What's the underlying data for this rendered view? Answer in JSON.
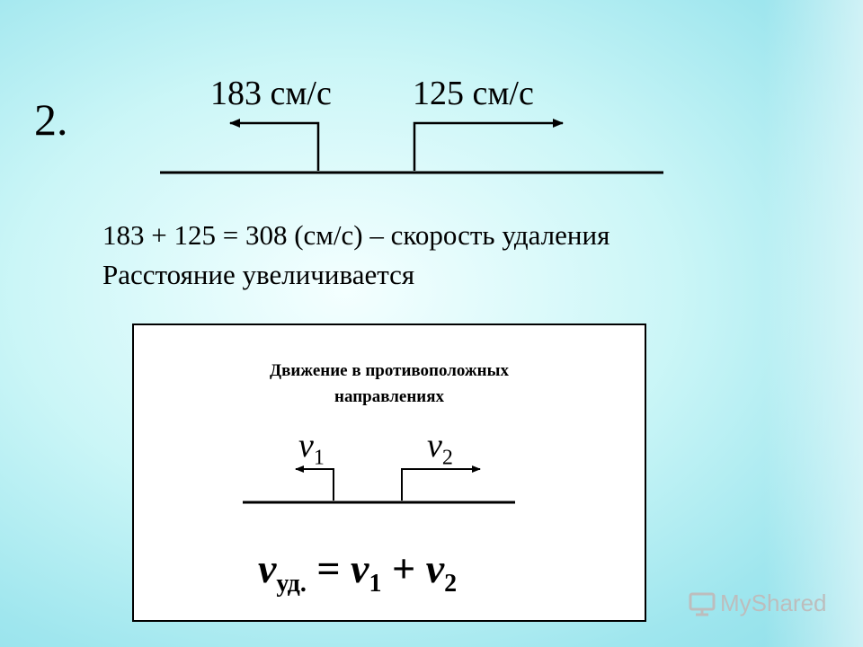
{
  "slide": {
    "number": "2."
  },
  "diagram": {
    "left_speed": "183 см/с",
    "right_speed": "125 см/с"
  },
  "solution": {
    "line1": "183 + 125 = 308 (см/с) – скорость удаления",
    "line2": "Расстояние увеличивается"
  },
  "rule_box": {
    "title_line1": "Движение в противоположных",
    "title_line2": "направлениях",
    "v_symbol": "v",
    "v1_index": "1",
    "v2_index": "2",
    "formula": {
      "v": "v",
      "sub_ud": "уд.",
      "equals": " = ",
      "plus": " + ",
      "index1": "1",
      "index2": "2"
    }
  },
  "watermark": {
    "text": "MyShared"
  }
}
